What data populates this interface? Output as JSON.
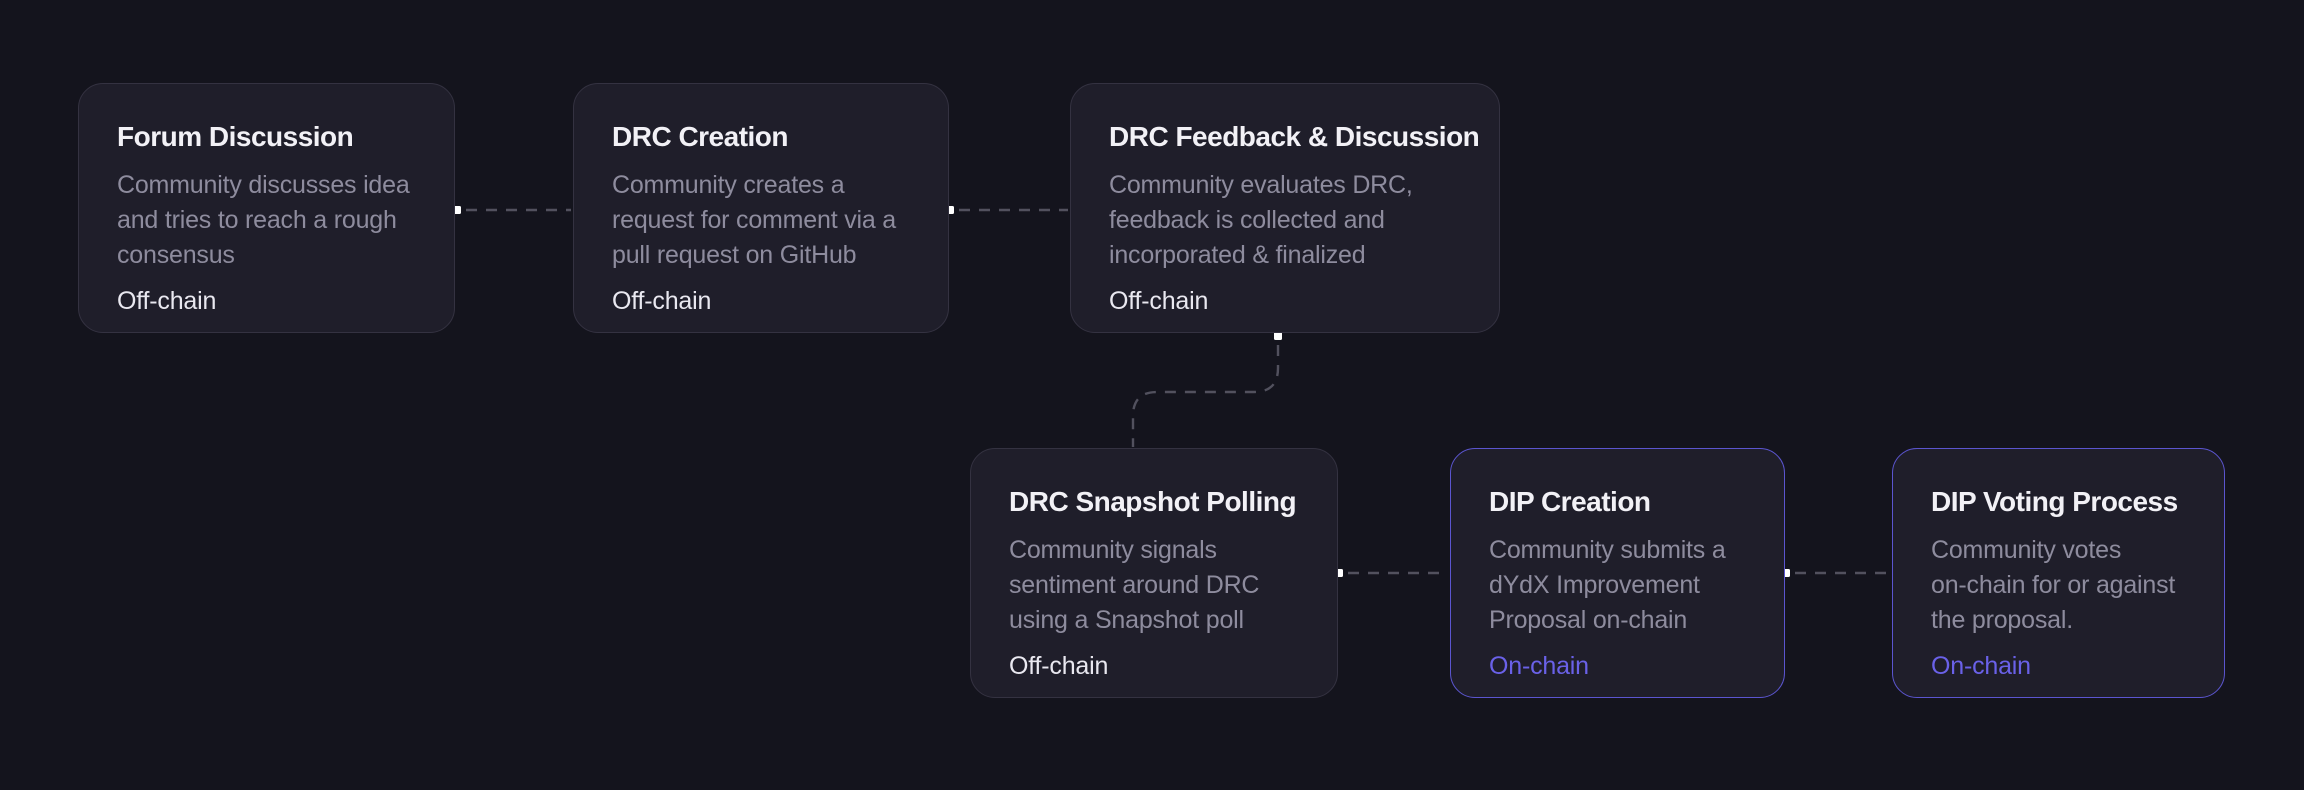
{
  "colors": {
    "background": "#14141d",
    "card_background": "#1f1e2a",
    "card_border": "#343241",
    "accent_border": "#5b55cf",
    "accent_text": "#6a61e8",
    "title_text": "#f2f1f6",
    "body_text": "#8e8c9e",
    "chain_text": "#e9e8f0",
    "connector": "#52515e",
    "dot": "#ffffff"
  },
  "cards": [
    {
      "title": "Forum Discussion",
      "body": "Community discusses idea\nand tries to reach a rough\nconsensus",
      "chain_label": "Off-chain",
      "chain_type": "off-chain"
    },
    {
      "title": "DRC Creation",
      "body": "Community creates a\nrequest for comment via a\npull request on GitHub",
      "chain_label": "Off-chain",
      "chain_type": "off-chain"
    },
    {
      "title": "DRC Feedback & Discussion",
      "body": "Community evaluates DRC,\nfeedback is collected and\nincorporated & finalized",
      "chain_label": "Off-chain",
      "chain_type": "off-chain"
    },
    {
      "title": "DRC Snapshot Polling",
      "body": "Community signals\nsentiment around DRC\nusing a Snapshot poll",
      "chain_label": "Off-chain",
      "chain_type": "off-chain"
    },
    {
      "title": "DIP Creation",
      "body": "Community submits a\ndYdX Improvement\nProposal on-chain",
      "chain_label": "On-chain",
      "chain_type": "on-chain"
    },
    {
      "title": "DIP Voting Process",
      "body": "Community votes\non-chain for or against\nthe proposal.",
      "chain_label": "On-chain",
      "chain_type": "on-chain"
    }
  ]
}
